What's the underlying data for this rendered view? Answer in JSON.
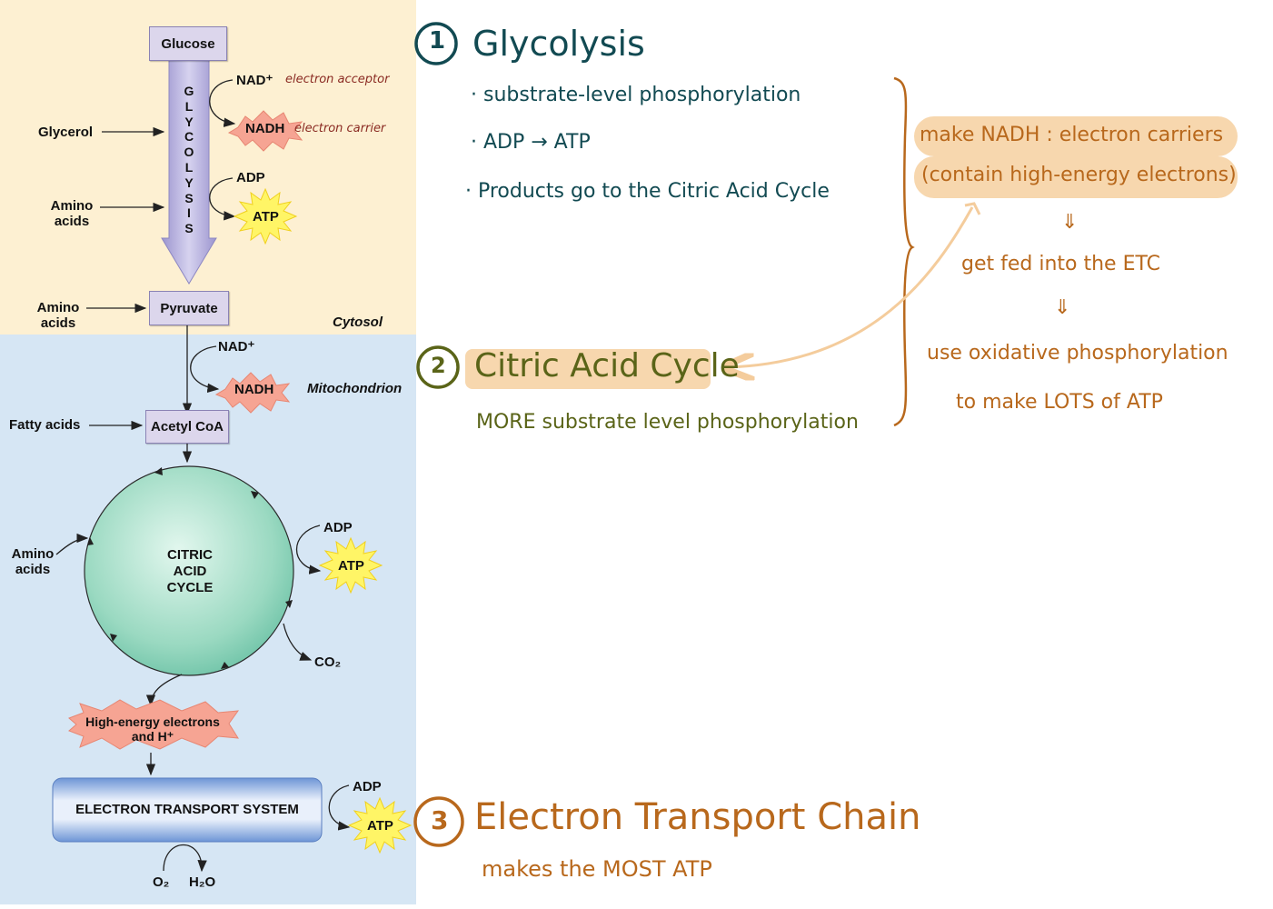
{
  "diagram": {
    "panels": {
      "cytosol_label": "Cytosol",
      "mitochondrion_label": "Mitochondrion"
    },
    "boxes": {
      "glucose": "Glucose",
      "pyruvate": "Pyruvate",
      "acetyl_coa": "Acetyl CoA",
      "etc": "ELECTRON TRANSPORT SYSTEM"
    },
    "glycolysis_letters": [
      "G",
      "L",
      "Y",
      "C",
      "O",
      "L",
      "Y",
      "S",
      "I",
      "S"
    ],
    "inputs": {
      "glycerol": "Glycerol",
      "amino_acids_1": "Amino acids",
      "amino_acids_2": "Amino acids",
      "fatty_acids": "Fatty acids",
      "amino_acids_3": "Amino acids"
    },
    "molecules": {
      "nad_plus_1": "NAD⁺",
      "nadh_1": "NADH",
      "adp_1": "ADP",
      "atp_1": "ATP",
      "nad_plus_2": "NAD⁺",
      "nadh_2": "NADH",
      "adp_2": "ADP",
      "atp_2": "ATP",
      "co2": "CO₂",
      "adp_3": "ADP",
      "atp_3": "ATP",
      "o2": "O₂",
      "h2o": "H₂O"
    },
    "cycle_label": [
      "CITRIC",
      "ACID",
      "CYCLE"
    ],
    "high_energy": [
      "High-energy electrons",
      "and H⁺"
    ],
    "annotations": {
      "electron_acceptor": "electron acceptor",
      "electron_carrier": "electron carrier"
    }
  },
  "notes": {
    "step1": {
      "number": "1",
      "title": "Glycolysis",
      "bullets": [
        "· substrate-level phosphorylation",
        "· ADP → ATP",
        "· Products go to the Citric Acid Cycle"
      ]
    },
    "step2": {
      "number": "2",
      "title": "Citric Acid Cycle",
      "sub": "MORE substrate level phosphorylation"
    },
    "step3": {
      "number": "3",
      "title": "Electron Transport Chain",
      "sub": "makes the MOST ATP"
    },
    "summary": {
      "line1": "make NADH : electron carriers",
      "line2": "(contain high-energy electrons)",
      "arrow1": "⇓",
      "line3": "get fed into the ETC",
      "arrow2": "⇓",
      "line4": "use oxidative phosphorylation",
      "line5": "to make LOTS of ATP"
    }
  }
}
